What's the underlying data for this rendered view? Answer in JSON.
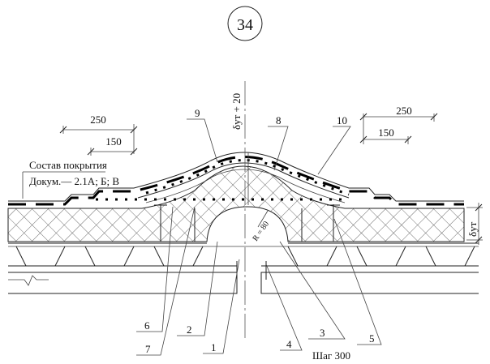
{
  "title": {
    "number": "34"
  },
  "dimensions": {
    "left_outer": "250",
    "left_inner": "150",
    "right_outer": "250",
    "right_inner": "150",
    "ridge_height": "δут + 20",
    "insulation_thickness": "δут",
    "radius": "R = 80",
    "step": "Шаг 300"
  },
  "composition": {
    "heading": "Состав покрытия",
    "reference": "Докум.— 2.1А; Б; В"
  },
  "callouts": [
    "1",
    "2",
    "3",
    "4",
    "5",
    "6",
    "7",
    "8",
    "9",
    "10"
  ]
}
